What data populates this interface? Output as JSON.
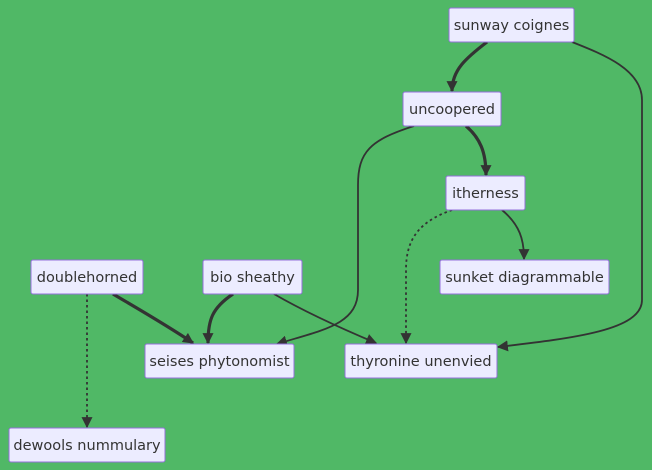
{
  "diagram": {
    "type": "flowchart",
    "colors": {
      "background": "#50b866",
      "node_fill": "#ececff",
      "node_border": "#9370db",
      "edge": "#333333",
      "text": "#333333"
    },
    "nodes": [
      {
        "id": "sunway",
        "label": "sunway coignes"
      },
      {
        "id": "uncoopered",
        "label": "uncoopered"
      },
      {
        "id": "itherness",
        "label": "itherness"
      },
      {
        "id": "sunket",
        "label": "sunket diagrammable"
      },
      {
        "id": "doublehorned",
        "label": "doublehorned"
      },
      {
        "id": "bio",
        "label": "bio sheathy"
      },
      {
        "id": "seises",
        "label": "seises phytonomist"
      },
      {
        "id": "thyronine",
        "label": "thyronine unenvied"
      },
      {
        "id": "dewools",
        "label": "dewools nummulary"
      }
    ],
    "edges": [
      {
        "from": "sunway",
        "to": "uncoopered",
        "style": "thick"
      },
      {
        "from": "sunway",
        "to": "thyronine",
        "style": "normal"
      },
      {
        "from": "uncoopered",
        "to": "itherness",
        "style": "thick"
      },
      {
        "from": "uncoopered",
        "to": "seises",
        "style": "normal"
      },
      {
        "from": "itherness",
        "to": "sunket",
        "style": "normal"
      },
      {
        "from": "itherness",
        "to": "thyronine",
        "style": "dotted"
      },
      {
        "from": "doublehorned",
        "to": "seises",
        "style": "thick"
      },
      {
        "from": "doublehorned",
        "to": "dewools",
        "style": "dotted"
      },
      {
        "from": "bio",
        "to": "seises",
        "style": "thick"
      },
      {
        "from": "bio",
        "to": "thyronine",
        "style": "normal"
      }
    ]
  }
}
